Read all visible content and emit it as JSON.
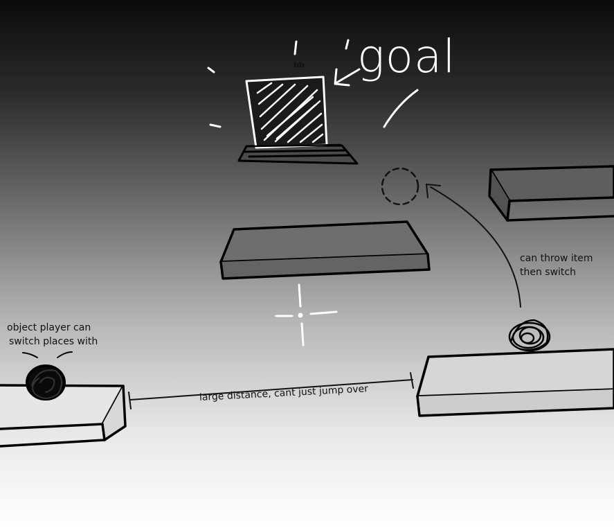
{
  "annotations": {
    "goal": "goal",
    "goal_marker": "bb",
    "object_note": [
      "object player can",
      "switch places with"
    ],
    "throw_note": [
      "can throw item",
      "then switch"
    ],
    "distance_note": "large distance, cant just jump over"
  },
  "colors": {
    "ink": "#000000",
    "chalk": "#ffffff",
    "background_top": "#0b0b0b",
    "background_bottom": "#ffffff"
  },
  "icons": {
    "goal": "goal-door-icon",
    "object": "scribble-ball-icon",
    "target": "dashed-circle-icon",
    "crosshair": "crosshair-icon"
  }
}
